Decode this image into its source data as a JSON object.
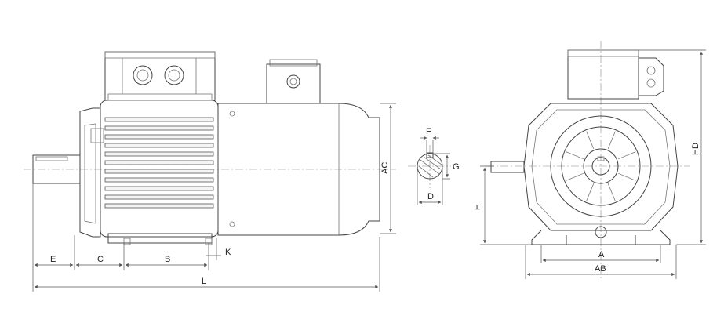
{
  "labels": {
    "E": "E",
    "C": "C",
    "B": "B",
    "K": "K",
    "L": "L",
    "AC": "AC",
    "F": "F",
    "G": "G",
    "D": "D",
    "H": "H",
    "A": "A",
    "AB": "AB",
    "HD": "HD"
  },
  "colors": {
    "line": "#444444",
    "dimension": "#555555",
    "background": "#ffffff"
  },
  "icons": {
    "motor-side-view": "side",
    "shaft-section": "section",
    "motor-front-view": "front"
  }
}
